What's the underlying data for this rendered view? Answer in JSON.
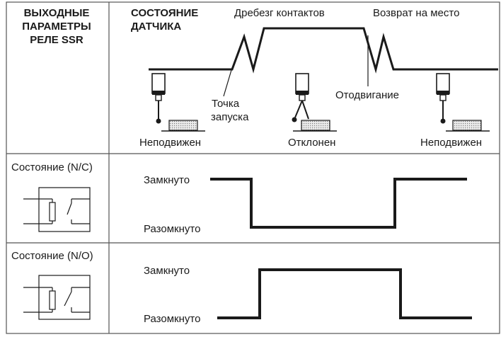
{
  "header": {
    "left_title_lines": [
      "ВЫХОДНЫЕ",
      "ПАРАМЕТРЫ",
      "РЕЛЕ SSR"
    ],
    "right_title_lines": [
      "СОСТОЯНИЕ",
      "ДАТЧИКА"
    ]
  },
  "probe_diagram": {
    "bounce_label": "Дребезг контактов",
    "return_label": "Возврат на место",
    "trigger_label_lines": [
      "Точка",
      "запуска"
    ],
    "retract_label": "Отодвигание",
    "state_labels": [
      "Неподвижен",
      "Отклонен",
      "Неподвижен"
    ]
  },
  "rows": [
    {
      "title": "Состояние (N/C)",
      "closed_label": "Замкнуто",
      "open_label": "Разомкнуто",
      "contact_icon": "normally-closed-relay-icon"
    },
    {
      "title": "Состояние (N/O)",
      "closed_label": "Замкнуто",
      "open_label": "Разомкнуто",
      "contact_icon": "normally-open-relay-icon"
    }
  ]
}
